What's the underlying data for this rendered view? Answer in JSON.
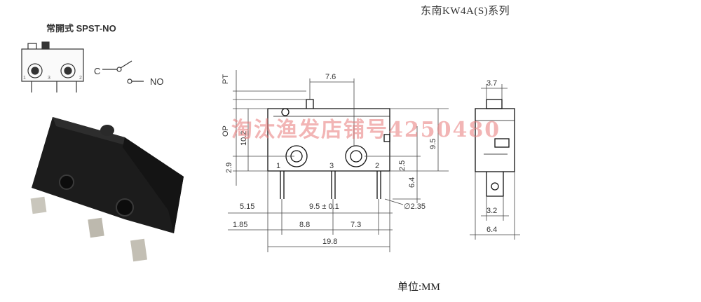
{
  "header": {
    "title": "东南KW4A(S)系列"
  },
  "schematic": {
    "title": "常開式 SPST-NO",
    "labels": {
      "c": "C",
      "no": "NO"
    },
    "pins": [
      "1",
      "3",
      "2"
    ]
  },
  "front_view": {
    "dims": {
      "pt": "PT",
      "op": "OP",
      "w76": "7.6",
      "h102": "10.2",
      "h29": "2.9",
      "h95": "9.5",
      "h25": "2.5",
      "h64": "6.4",
      "d515": "5.15",
      "d95": "9.5 ± 0.1",
      "hole": "∅2.35",
      "d185": "1.85",
      "d88": "8.8",
      "d73": "7.3",
      "d198": "19.8"
    },
    "pins": [
      "1",
      "3",
      "2"
    ]
  },
  "side_view": {
    "dims": {
      "w37": "3.7",
      "w32": "3.2",
      "w64": "6.4"
    }
  },
  "watermark": "淘汰渔发店铺号4250480",
  "footer": {
    "unit": "单位:MM"
  }
}
